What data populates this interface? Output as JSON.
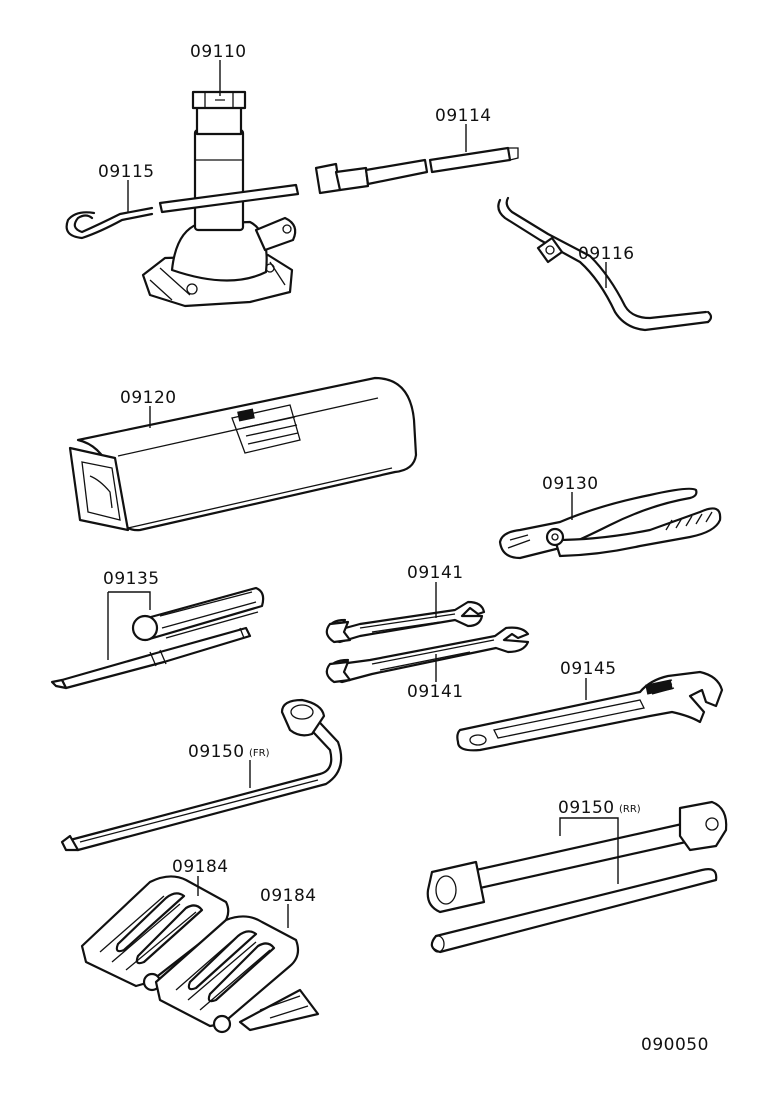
{
  "labels": {
    "jack": "09110",
    "handle_bar": "09114",
    "hook": "09115",
    "crank": "09116",
    "tool_bag": "09120",
    "pliers": "09130",
    "screwdriver": "09135",
    "wrench_a": "09141",
    "wrench_b": "09141",
    "adjustable_wrench": "09145",
    "lug_wrench_fr": "09150",
    "lug_wrench_fr_suffix": "(FR)",
    "lug_wrench_rr": "09150",
    "lug_wrench_rr_suffix": "(RR)",
    "chock_a": "09184",
    "chock_b": "09184"
  },
  "figure_id": "090050",
  "colors": {
    "ink": "#111111",
    "paper": "#ffffff"
  }
}
